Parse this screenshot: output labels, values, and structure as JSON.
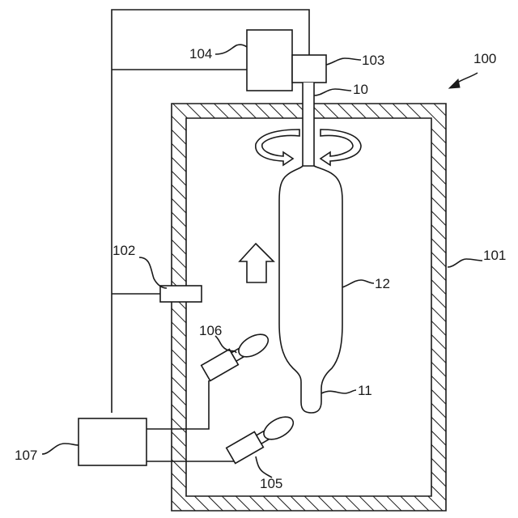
{
  "diagram": {
    "labels": {
      "assembly": "100",
      "chamber": "101",
      "port_sensor": "102",
      "rotary_joint": "103",
      "drive_unit": "104",
      "lower_heater": "105",
      "upper_heater": "106",
      "controller": "107",
      "shaft": "10",
      "tip": "11",
      "body": "12"
    },
    "colors": {
      "line": "#1a1a1a",
      "background": "#ffffff"
    }
  }
}
